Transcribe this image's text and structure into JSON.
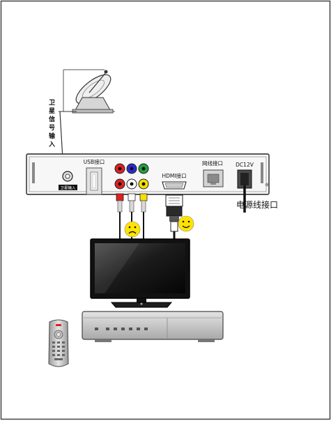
{
  "diagram": {
    "satellite_input_label": [
      "卫",
      "星",
      "信",
      "号",
      "输",
      "入"
    ],
    "satellite_port_label": "卫星输入",
    "usb_label": "USB接口",
    "hdmi_label": "HDMI接口",
    "network_label": "网线接口",
    "dc_label": "DC12V",
    "power_label": "电源线接口"
  },
  "colors": {
    "border": "#444444",
    "av_red": "#e02020",
    "av_blue": "#2a2ad0",
    "av_green": "#20a040",
    "av_white": "#ffffff",
    "av_yellow": "#f5e000",
    "smiley": "#ffe300"
  }
}
